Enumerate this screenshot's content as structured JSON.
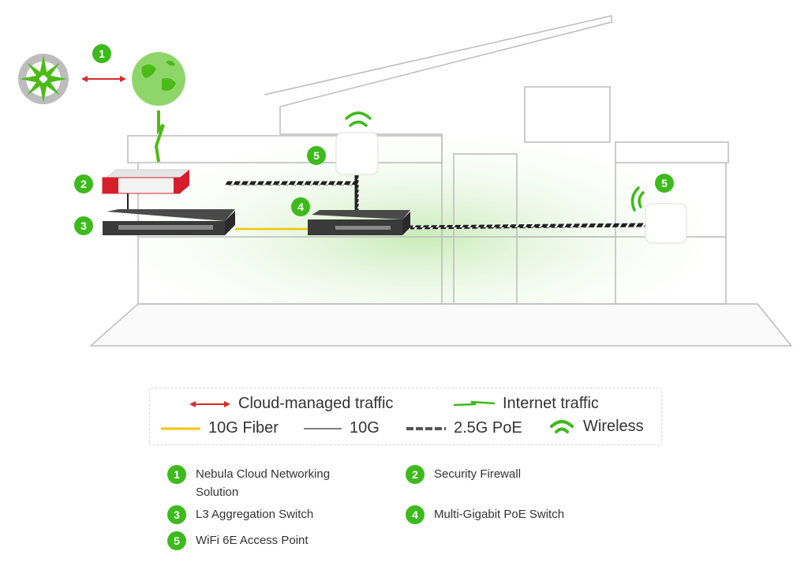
{
  "badges": {
    "one": "1",
    "two": "2",
    "three": "3",
    "four": "4",
    "five": "5"
  },
  "colors": {
    "accent_green": "#3dba1d",
    "cloud_traffic": "#d62b2b",
    "fiber": "#f2c500",
    "firewall_red": "#d4202a",
    "switch": "#3a3a3a"
  },
  "icons": [
    "nebula-cloud-logo-icon",
    "globe-icon",
    "firewall-device",
    "switch-device",
    "access-point-device",
    "wifi-icon"
  ],
  "legend": {
    "cloud_traffic": "Cloud-managed traffic",
    "internet_traffic": "Internet traffic",
    "fiber": "10G Fiber",
    "tenG": "10G",
    "poe": "2.5G PoE",
    "wireless": "Wireless"
  },
  "key": [
    {
      "num": "1",
      "label": "Nebula Cloud Networking",
      "label2": "Solution"
    },
    {
      "num": "2",
      "label": "Security Firewall"
    },
    {
      "num": "3",
      "label": "L3 Aggregation Switch"
    },
    {
      "num": "4",
      "label": "Multi-Gigabit PoE Switch"
    },
    {
      "num": "5",
      "label": "WiFi 6E Access Point"
    }
  ]
}
